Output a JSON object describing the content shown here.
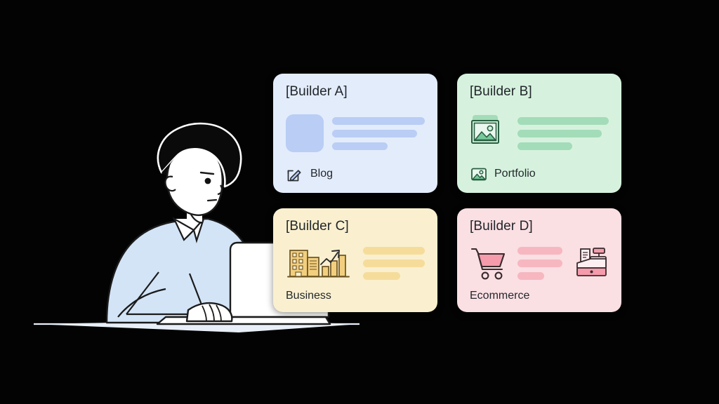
{
  "scene": {
    "background_color": "#030303",
    "illustration": {
      "name": "person-working-on-laptop",
      "shirt_color": "#d3e4f7",
      "laptop_color": "#ffffff",
      "desk_color": "#e8eef7",
      "outline_color": "#1b1b1b",
      "hair_color": "#0a0a0a",
      "skin_color": "#ffffff"
    }
  },
  "cards": [
    {
      "id": "builder-a",
      "title": "[Builder A]",
      "label": "Blog",
      "icon": "pencil-square-icon",
      "background_color": "#e3ecfb",
      "accent_color": "#b9cdf5",
      "body_icon": "square-thumbnail-placeholder",
      "bars": [
        "w100",
        "w92",
        "w60"
      ]
    },
    {
      "id": "builder-b",
      "title": "[Builder B]",
      "label": "Portfolio",
      "icon": "image-icon",
      "background_color": "#d6f2de",
      "accent_color": "#a3dcb8",
      "body_icon": "image-placeholder-icon",
      "bars": [
        "w100",
        "w92",
        "w60"
      ]
    },
    {
      "id": "builder-c",
      "title": "[Builder C]",
      "label": "Business",
      "icon": "none",
      "background_color": "#faf0cf",
      "accent_color": "#f6dc9b",
      "body_icon": "office-building-growth-chart-icon",
      "bars": [
        "w100",
        "w100",
        "w60"
      ]
    },
    {
      "id": "builder-d",
      "title": "[Builder D]",
      "label": "Ecommerce",
      "icon": "none",
      "background_color": "#fadfe3",
      "accent_color": "#f7b7c0",
      "body_icon": "shopping-cart-icon",
      "body_icon_secondary": "cash-register-icon",
      "bars": [
        "w100",
        "w100",
        "w60"
      ]
    }
  ]
}
